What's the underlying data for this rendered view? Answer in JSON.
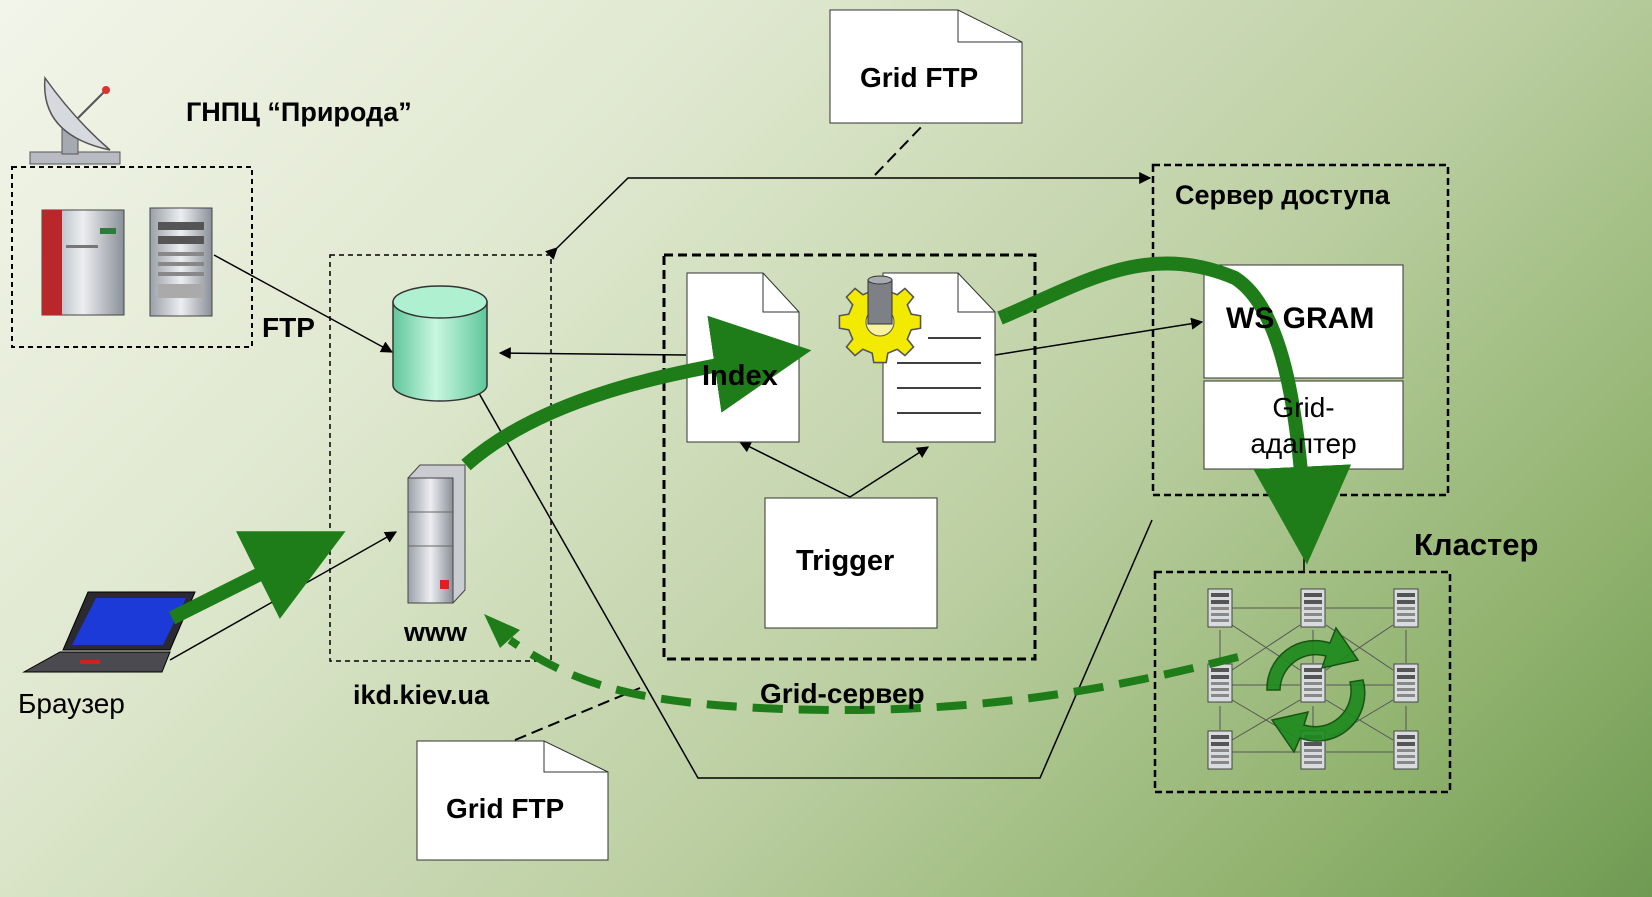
{
  "labels": {
    "nature_center": "ГНПЦ “Природа”",
    "ftp": "FTP",
    "ikd": "ikd.kiev.ua",
    "www": "www",
    "browser": "Браузер",
    "grid_ftp_top": "Grid FTP",
    "grid_ftp_bottom": "Grid FTP",
    "grid_server": "Grid-сервер",
    "index": "Index",
    "trigger": "Trigger",
    "access_server": "Сервер доступа",
    "ws_gram": "WS GRAM",
    "grid_adapter": "Grid-\nадаптер",
    "cluster": "Кластер"
  },
  "colors": {
    "flow_arrow": "#1e7d18",
    "database": "#8fe7bf",
    "gear": "#f2ea00",
    "laptop_screen": "#1b3ad8",
    "server_red": "#c0262a"
  },
  "icons": [
    "satellite-dish-icon",
    "mainframe-icon",
    "tower-server-icon",
    "database-icon",
    "web-server-icon",
    "laptop-icon",
    "gear-icon",
    "cycle-arrows-icon",
    "cluster-node-icon"
  ]
}
